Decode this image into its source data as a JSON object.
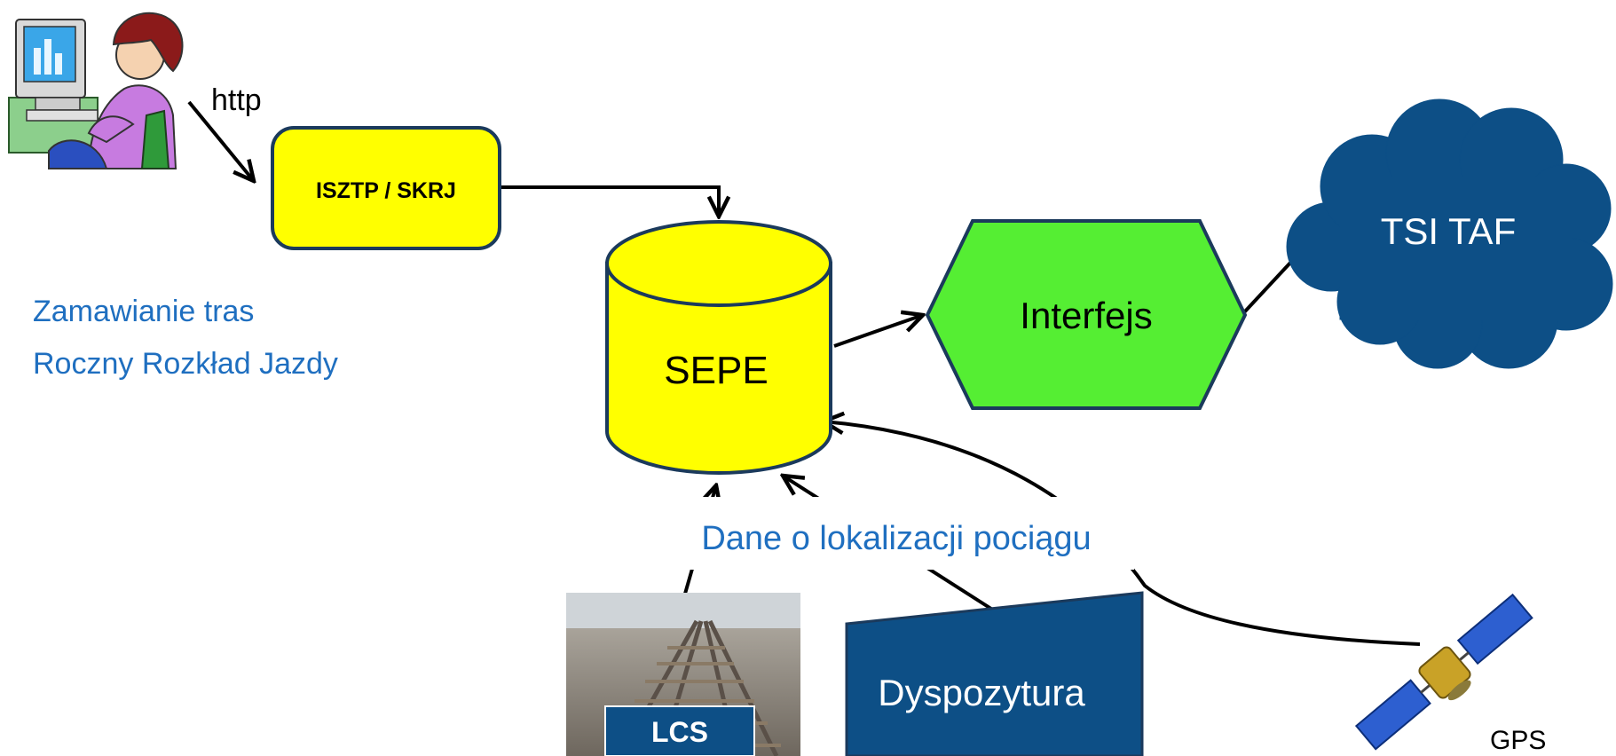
{
  "labels": {
    "http": "http",
    "isztp": "ISZTP / SKRJ",
    "sepe": "SEPE",
    "interfejs": "Interfejs",
    "tsi_taf": "TSI TAF",
    "zamawianie": "Zamawianie tras",
    "rozklad": "Roczny Rozkład Jazdy",
    "dane": "Dane o lokalizacji pociągu",
    "lcs": "LCS",
    "dyspozytura": "Dyspozytura",
    "gps": "GPS"
  },
  "icons": {
    "user": "user-at-computer-icon",
    "railway": "railway-tracks-photo",
    "satellite": "gps-satellite-icon"
  },
  "colors": {
    "yellow": "#ffff00",
    "green": "#55ee33",
    "navy": "#0d4f86",
    "blue_text": "#1f6fc0",
    "outline": "#1b3a5c"
  }
}
